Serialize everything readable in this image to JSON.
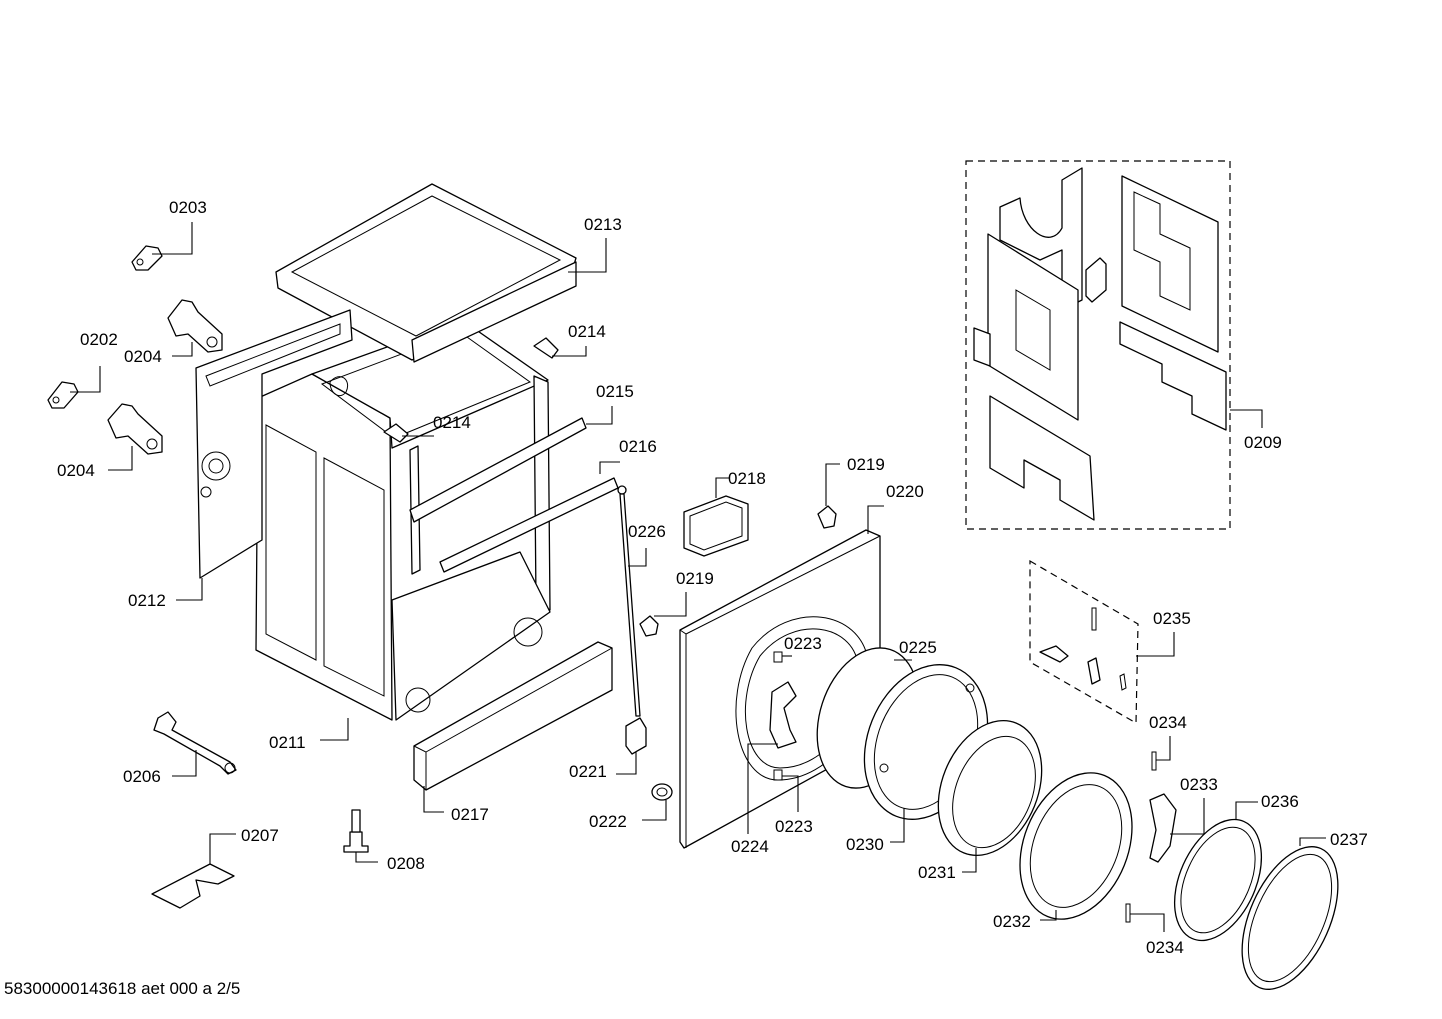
{
  "footer": {
    "document_code": "58300000143618 aet 000 a 2/5"
  },
  "labels": {
    "p0202": "0202",
    "p0203": "0203",
    "p0204a": "0204",
    "p0204b": "0204",
    "p0206": "0206",
    "p0207": "0207",
    "p0208": "0208",
    "p0209": "0209",
    "p0211": "0211",
    "p0212": "0212",
    "p0213": "0213",
    "p0214a": "0214",
    "p0214b": "0214",
    "p0215": "0215",
    "p0216": "0216",
    "p0217": "0217",
    "p0218": "0218",
    "p0219a": "0219",
    "p0219b": "0219",
    "p0220": "0220",
    "p0221": "0221",
    "p0222": "0222",
    "p0223a": "0223",
    "p0223b": "0223",
    "p0224": "0224",
    "p0225": "0225",
    "p0226": "0226",
    "p0230": "0230",
    "p0231": "0231",
    "p0232": "0232",
    "p0233": "0233",
    "p0234a": "0234",
    "p0234b": "0234",
    "p0235": "0235",
    "p0236": "0236",
    "p0237": "0237"
  }
}
